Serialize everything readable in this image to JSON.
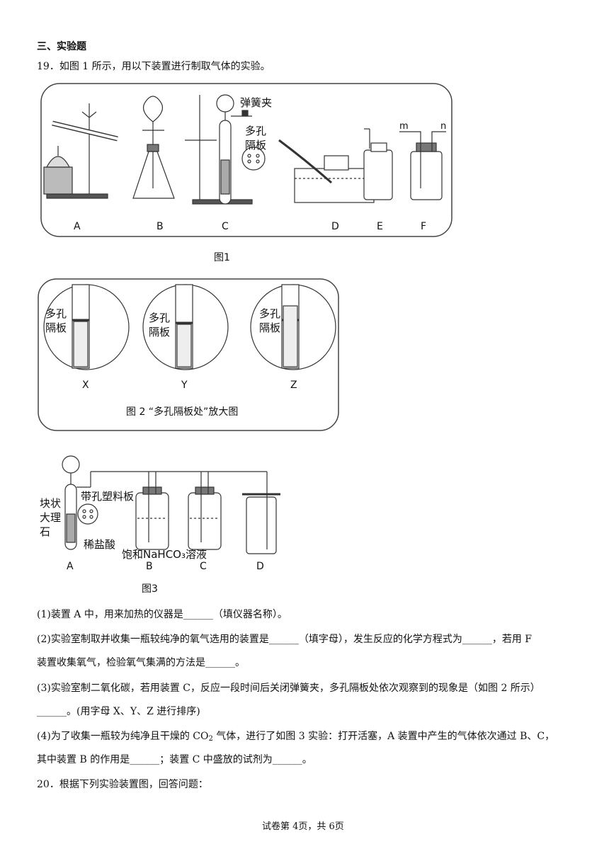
{
  "section": "三、实验题",
  "q19": {
    "intro": "19．如图 1 所示，用以下装置进行制取气体的实验。",
    "fig1": {
      "labels": [
        "A",
        "B",
        "C",
        "D",
        "E",
        "F"
      ],
      "spring_clip": "弹簧夹",
      "porous_1": "多孔",
      "porous_2": "隔板",
      "m": "m",
      "n": "n",
      "caption": "图1"
    },
    "fig2": {
      "porous_1": "多孔",
      "porous_2": "隔板",
      "labels": [
        "X",
        "Y",
        "Z"
      ],
      "caption": "图 2 “多孔隔板处”放大图"
    },
    "fig3": {
      "marble_1": "块状",
      "marble_2": "大理",
      "marble_3": "石",
      "plastic_plate": "带孔塑料板",
      "acid": "稀盐酸",
      "solution": "饱和NaHCO₃溶液",
      "labels": [
        "A",
        "B",
        "C",
        "D"
      ],
      "caption": "图3"
    },
    "p1": "(1)装置 A 中，用来加热的仪器是______（填仪器名称）。",
    "p2a": "(2)实验室制取并收集一瓶较纯净的氧气选用的装置是______（填字母），发生反应的化学方程式为______，若用 F",
    "p2b": "装置收集氧气，检验氧气集满的方法是______。",
    "p3a": "(3)实验室制二氧化碳，若用装置 C，反应一段时间后关闭弹簧夹，多孔隔板处依次观察到的现象是（如图 2 所示）",
    "p3b": "______。(用字母 X、Y、Z 进行排序)",
    "p4a_pre": "(4)为了收集一瓶较为纯净且干燥的 CO",
    "p4a_sub": "2",
    "p4a_post": " 气体，进行了如图 3 实验：打开活塞，A 装置中产生的气体依次通过 B、C，",
    "p4b": "其中装置 B 的作用是______；装置 C 中盛放的试剂为______。"
  },
  "q20": {
    "intro": "20．根据下列实验装置图，回答问题："
  },
  "footer": "试卷第 4页，共 6页"
}
